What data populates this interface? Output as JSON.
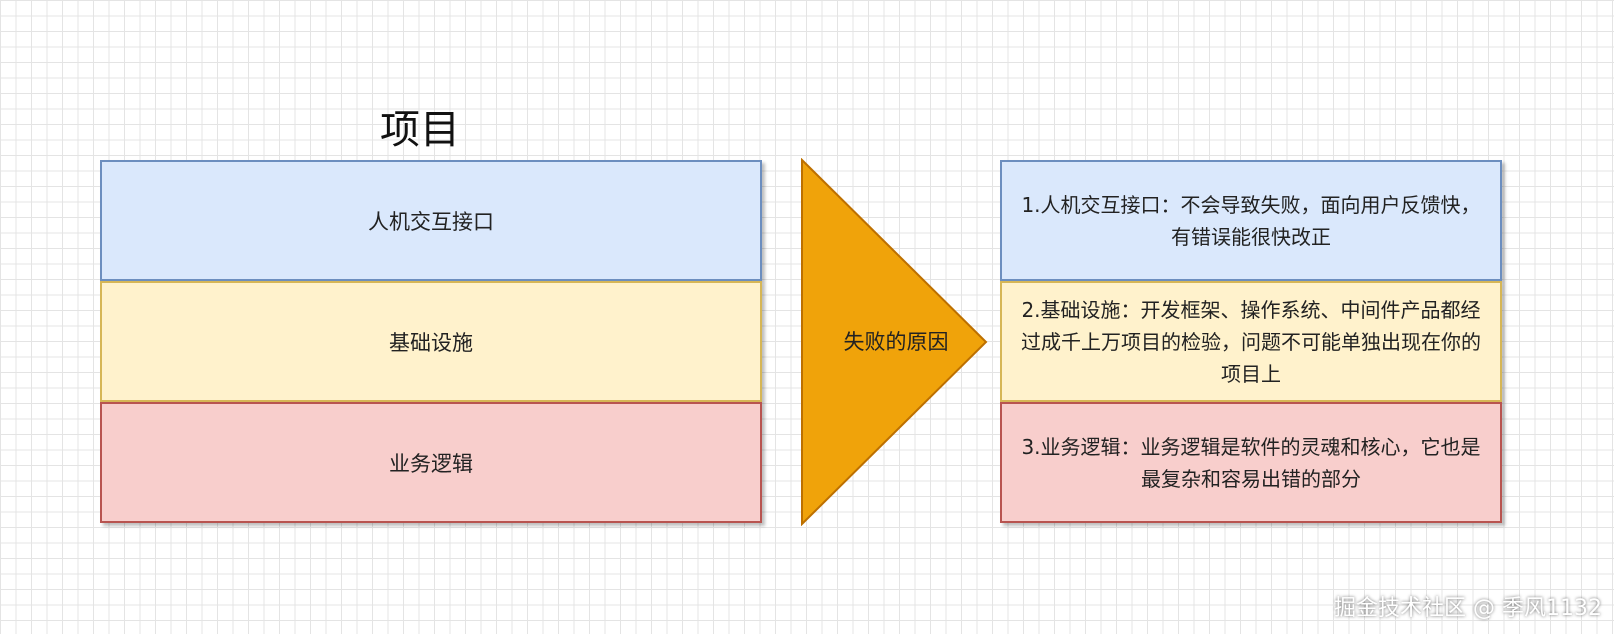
{
  "title": "项目",
  "layers": [
    {
      "label": "人机交互接口"
    },
    {
      "label": "基础设施"
    },
    {
      "label": "业务逻辑"
    }
  ],
  "arrow": {
    "label": "失败的原因",
    "color": "#f0a30a",
    "border": "#bd7000"
  },
  "reasons": [
    {
      "text": "1.人机交互接口：不会导致失败，面向用户反馈快，有错误能很快改正"
    },
    {
      "text": "2.基础设施：开发框架、操作系统、中间件产品都经过成千上万项目的检验，问题不可能单独出现在你的项目上"
    },
    {
      "text": "3.业务逻辑：业务逻辑是软件的灵魂和核心，它也是最复杂和容易出错的部分"
    }
  ],
  "watermark": "掘金技术社区 @ 季风1132"
}
